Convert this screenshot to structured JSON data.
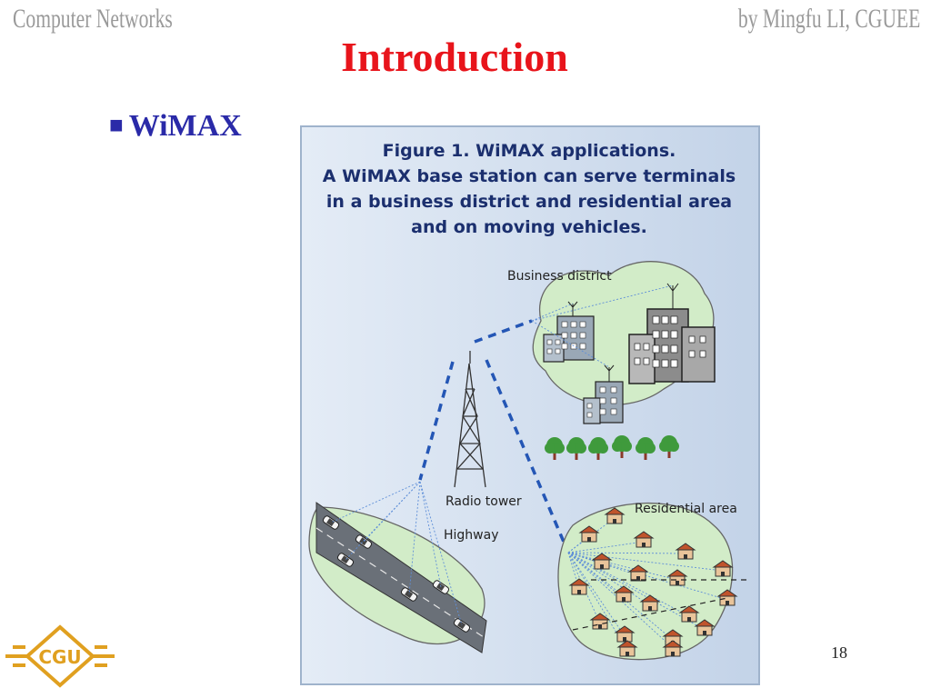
{
  "header": {
    "left": "Computer Networks",
    "right": "by Mingfu LI, CGUEE"
  },
  "slide": {
    "title": "Introduction",
    "bullet_marker": "■",
    "bullet_text": "WiMAX",
    "page_number": "18"
  },
  "figure": {
    "caption_lines": [
      "Figure 1. WiMAX applications.",
      "A WiMAX base station can serve terminals",
      "in a business district and residential area",
      "and on moving vehicles."
    ],
    "labels": {
      "business": "Business district",
      "tower": "Radio tower",
      "highway": "Highway",
      "residential": "Residential area"
    }
  },
  "logo": {
    "text": "CGU",
    "icon": "cgu-university-logo-icon",
    "color": "#e0a020"
  },
  "colors": {
    "title": "#e8141b",
    "bullet": "#2a2aa8",
    "header": "#9a9a9a",
    "figure_bg": "#dce6f2",
    "figure_border": "#9fb3cc",
    "area_fill": "#d2ecc8",
    "link_blue": "#2456b5"
  }
}
